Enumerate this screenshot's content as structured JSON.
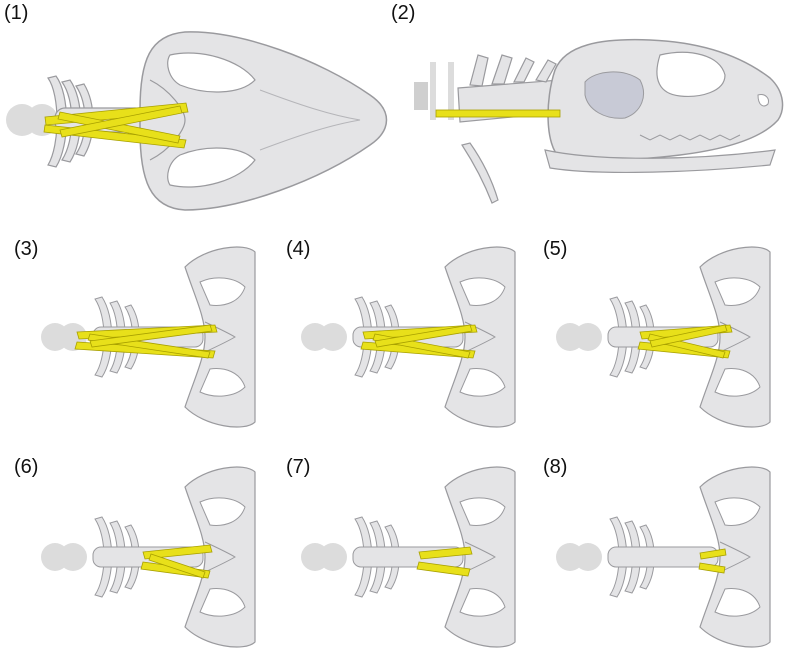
{
  "panels": [
    {
      "label": "(1)",
      "muscle_level": 1.0
    },
    {
      "label": "(2)",
      "muscle_level": 1.0
    },
    {
      "label": "(3)",
      "muscle_level": 1.0
    },
    {
      "label": "(4)",
      "muscle_level": 0.85
    },
    {
      "label": "(5)",
      "muscle_level": 0.7
    },
    {
      "label": "(6)",
      "muscle_level": 0.55
    },
    {
      "label": "(7)",
      "muscle_level": 0.4
    },
    {
      "label": "(8)",
      "muscle_level": 0.25
    }
  ],
  "colors": {
    "bone": "#e4e4e6",
    "bone_edge": "#9a9a9e",
    "muscle": "#e8e01a",
    "muscle_edge": "#a8a000",
    "joint": "#dcdcdc",
    "socket": "#c8cad6"
  }
}
